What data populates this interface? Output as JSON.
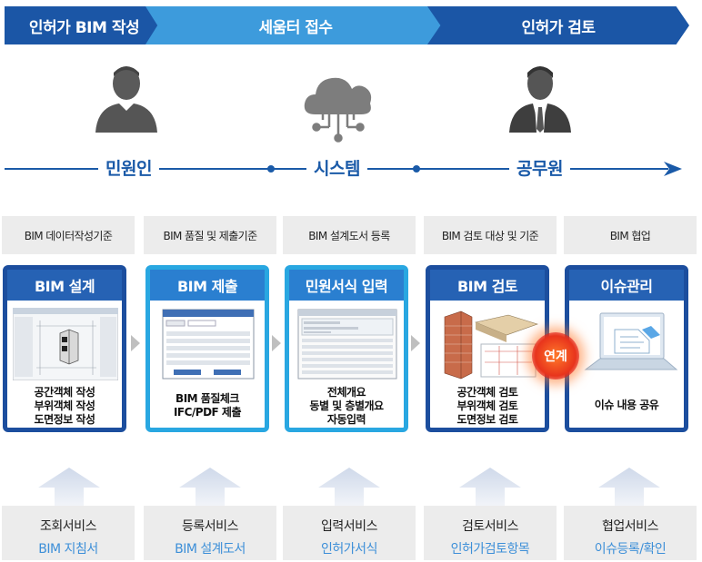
{
  "phases": [
    "인허가 BIM 작성",
    "세움터 접수",
    "인허가 검토"
  ],
  "actors": [
    {
      "label": "민원인",
      "icon": "user-icon"
    },
    {
      "label": "시스템",
      "icon": "cloud-icon"
    },
    {
      "label": "공무원",
      "icon": "official-icon"
    }
  ],
  "criteria": [
    "BIM 데이터작성기준",
    "BIM 품질 및 제출기준",
    "BIM 설계도서 등록",
    "BIM 검토 대상 및 기준",
    "BIM 협업"
  ],
  "processes": [
    {
      "title": "BIM 설계",
      "lines": [
        "공간객체 작성",
        "부위객체 작성",
        "도면정보 작성"
      ]
    },
    {
      "title": "BIM 제출",
      "lines": [
        "BIM 품질체크",
        "IFC/PDF 제출"
      ]
    },
    {
      "title": "민원서식 입력",
      "lines": [
        "전체개요",
        "동별 및 층별개요",
        "자동입력"
      ]
    },
    {
      "title": "BIM 검토",
      "lines": [
        "공간객체 검토",
        "부위객체 검토",
        "도면정보 검토"
      ]
    },
    {
      "title": "이슈관리",
      "lines": [
        "이슈 내용 공유"
      ]
    }
  ],
  "link_badge": "연계",
  "services": [
    {
      "title": "조회서비스",
      "sub": "BIM 지침서"
    },
    {
      "title": "등록서비스",
      "sub": "BIM 설계도서"
    },
    {
      "title": "입력서비스",
      "sub": "인허가서식"
    },
    {
      "title": "검토서비스",
      "sub": "인허가검토항목"
    },
    {
      "title": "협업서비스",
      "sub": "이슈등록/확인"
    }
  ],
  "colors": {
    "primary": "#1b56a6",
    "secondary": "#3d9bdc",
    "accent_text": "#1a5aa8",
    "badge": "#e8341c"
  }
}
